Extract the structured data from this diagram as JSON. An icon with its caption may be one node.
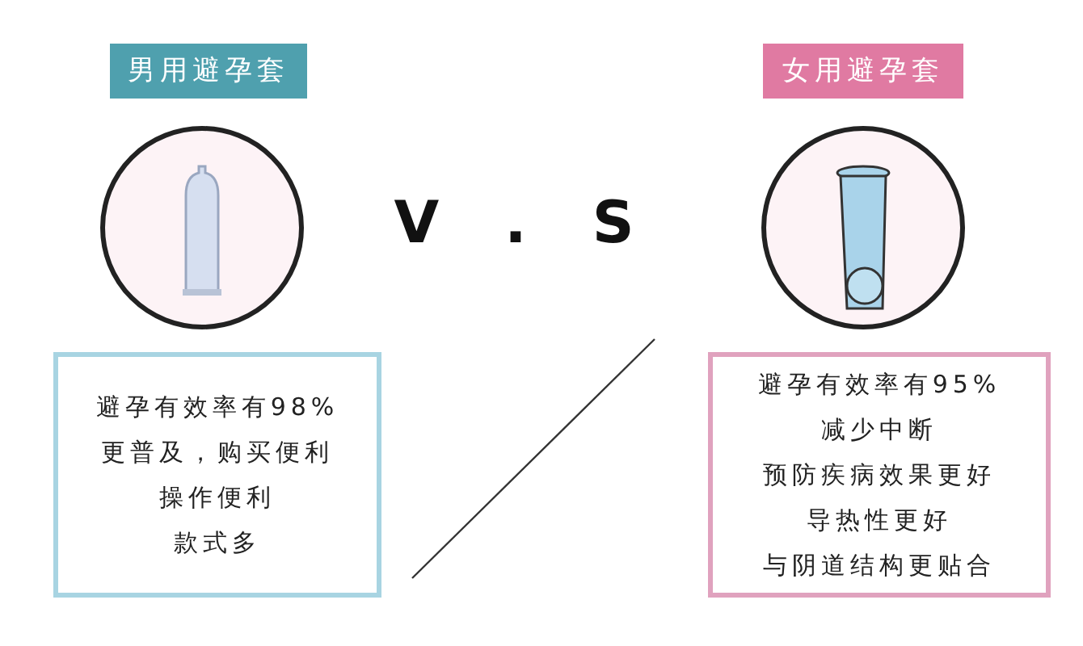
{
  "diagram": {
    "nodes": [
      {
        "text": [
          "男用避孕套"
        ]
      },
      {
        "text": [],
        "shape": "picture"
      },
      {
        "text": [
          "避孕有效率有98%",
          "更普及，购买便利",
          "操作便利",
          "款式多"
        ]
      },
      {
        "text": [
          "女用避孕套"
        ]
      },
      {
        "text": [],
        "shape": "picture"
      },
      {
        "text": [
          "避孕有效率有95%",
          "减少中断",
          "预防疾病效果更好",
          "导热性更好",
          "与阴道结构更贴合"
        ]
      }
    ],
    "labels": [
      "V . S"
    ]
  }
}
